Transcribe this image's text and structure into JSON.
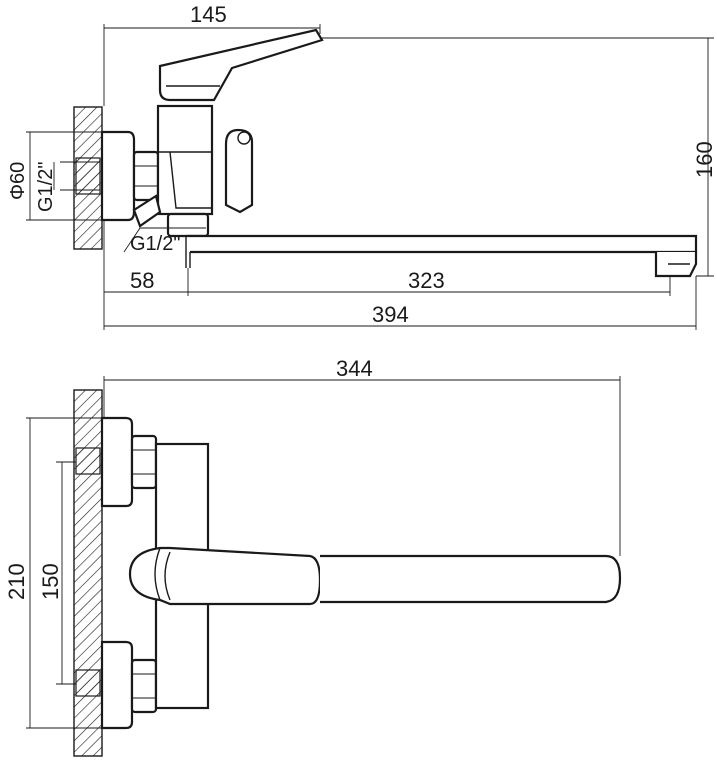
{
  "side_view": {
    "dim_top": "145",
    "dim_height": "160",
    "dim_diameter": "Φ60",
    "dim_thread": "G1/2\"",
    "dim_outlet_thread": "G1/2\"",
    "dim_offset": "58",
    "dim_spout": "323",
    "dim_total": "394"
  },
  "top_view": {
    "dim_width": "344",
    "dim_outer": "210",
    "dim_centers": "150"
  }
}
